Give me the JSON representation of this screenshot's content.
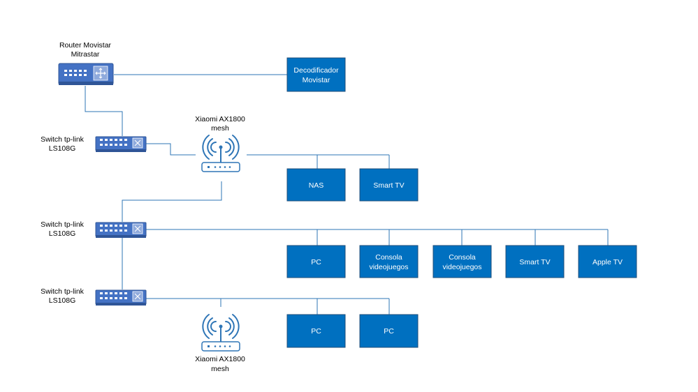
{
  "colors": {
    "line": "#2e75b6",
    "box_fill": "#0070c0",
    "box_border": "#1f4e79",
    "device_fill": "#4472c4",
    "device_border": "#2f5597"
  },
  "devices": {
    "router": {
      "line1": "Router Movistar",
      "line2": "Mitrastar",
      "icon": "router-icon"
    },
    "switch1": {
      "line1": "Switch tp-link",
      "line2": "LS108G",
      "icon": "switch-icon"
    },
    "switch2": {
      "line1": "Switch tp-link",
      "line2": "LS108G",
      "icon": "switch-icon"
    },
    "switch3": {
      "line1": "Switch tp-link",
      "line2": "LS108G",
      "icon": "switch-icon"
    },
    "mesh1": {
      "line1": "Xiaomi AX1800",
      "line2": "mesh",
      "icon": "wireless-access-point-icon"
    },
    "mesh2": {
      "line1": "Xiaomi AX1800",
      "line2": "mesh",
      "icon": "wireless-access-point-icon"
    }
  },
  "nodes": {
    "decodificador": {
      "line1": "Decodificador",
      "line2": "Movistar"
    },
    "nas": {
      "line1": "NAS"
    },
    "smart_tv_1": {
      "line1": "Smart TV"
    },
    "pc_1": {
      "line1": "PC"
    },
    "consola_1": {
      "line1": "Consola",
      "line2": "videojuegos"
    },
    "consola_2": {
      "line1": "Consola",
      "line2": "videojuegos"
    },
    "smart_tv_2": {
      "line1": "Smart TV"
    },
    "apple_tv": {
      "line1": "Apple TV"
    },
    "pc_2": {
      "line1": "PC"
    },
    "pc_3": {
      "line1": "PC"
    }
  }
}
